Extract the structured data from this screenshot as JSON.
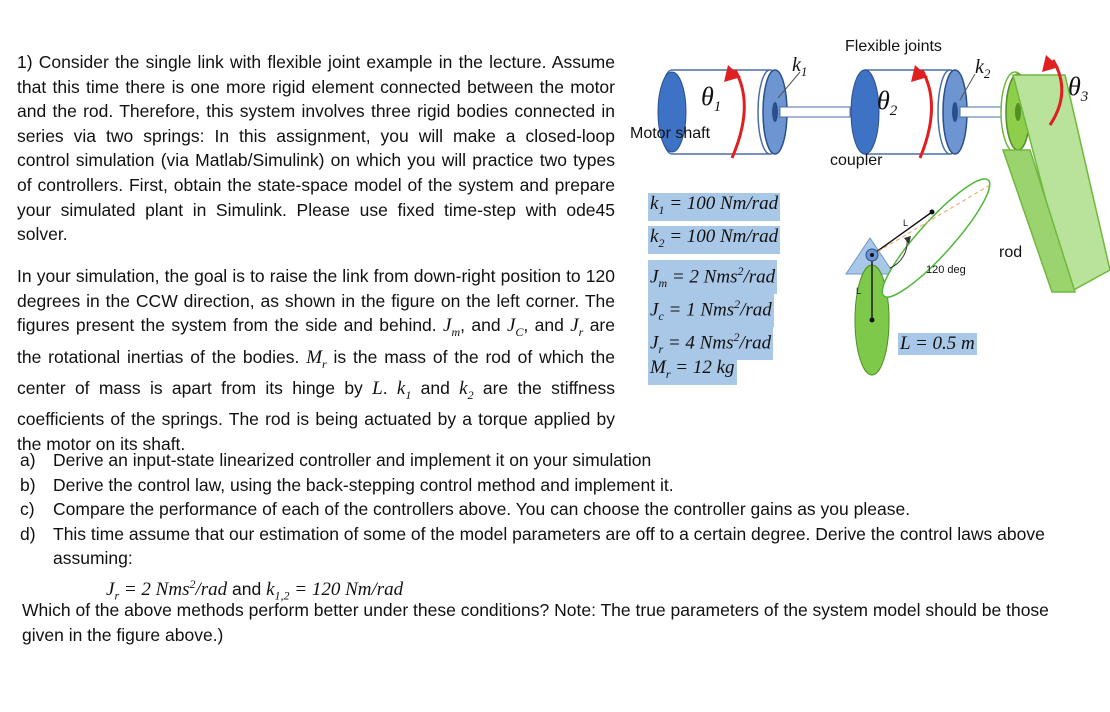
{
  "intro": {
    "number": "1)",
    "text_1": " Consider the single link with flexible joint example in the lecture. Assume that this time there is one more rigid element connected between the motor and the rod. Therefore, this system involves three rigid bodies connected in series via two springs: In this assignment, you will make a closed-loop control simulation (via Matlab/Simulink) on which you will practice two types of controllers. First, obtain the state-space model of the system and prepare your simulated plant in Simulink. Please use fixed time-step with ode45 solver."
  },
  "goal": {
    "text_1": "In your simulation, the goal is to raise the link from down-right position to 120 degrees in the CCW direction, as shown in the figure on the left corner. The figures present the system from the side and behind. ",
    "Jm": "J",
    "Jm_sub": "m",
    "Jc": "J",
    "Jc_sub": "C",
    "and": ", and ",
    "Jr": "J",
    "Jr_sub": "r",
    "text_2": " are the rotational inertias of the bodies. ",
    "Mr": "M",
    "Mr_sub": "r",
    "text_3": " is the mass of the rod of which the center of mass is apart from its hinge by ",
    "L": "L",
    "text_4": ". ",
    "k1": "k",
    "k1_sub": "1",
    "and2": " and ",
    "k2": "k",
    "k2_sub": "2",
    "text_5": " are the stiffness coefficients of the springs. The rod is being actuated by a torque  applied by the motor on its shaft."
  },
  "tasks": [
    {
      "label": "a)",
      "text": "Derive an input-state linearized controller and implement it on your simulation"
    },
    {
      "label": "b)",
      "text": "Derive the control law, using the back-stepping control method and implement it."
    },
    {
      "label": "c)",
      "text": "Compare the performance of each of the controllers above. You can choose the controller gains as you please."
    },
    {
      "label": "d)",
      "text": "This time assume that our estimation of some of the model parameters are off to a certain degree. Derive the control laws above assuming:"
    }
  ],
  "assume": {
    "jr": "J",
    "jr_sub": "r",
    "jr_val": " = 2 Nms",
    "sq": "2",
    "jr_unit": "/rad",
    "mid": " and ",
    "k": "k",
    "k_sub": "1,2",
    "k_val": " = 120 Nm/rad"
  },
  "closing": "Which of the above methods perform better under these conditions? Note: The true parameters of the system model should be those given in the figure above.)",
  "figure": {
    "flexible_joints": "Flexible joints",
    "motor_shaft": "Motor shaft",
    "coupler": "coupler",
    "rod": "rod",
    "angle": "120 deg",
    "L_small": "L",
    "L_small2": "L",
    "theta": "θ",
    "t1": "1",
    "t2": "2",
    "t3": "3",
    "k": "k",
    "k1s": "1",
    "k2s": "2",
    "params": [
      {
        "sym": "k",
        "sub": "1",
        "val": " = 100 Nm/rad",
        "sup": ""
      },
      {
        "sym": "k",
        "sub": "2",
        "val": " = 100 Nm/rad",
        "sup": ""
      },
      {
        "sym": "J",
        "sub": "m",
        "val": " = 2 Nms",
        "sup": "2"
      },
      {
        "sym": "J",
        "sub": "c",
        "val": " = 1 Nms",
        "sup": "2"
      },
      {
        "sym": "J",
        "sub": "r",
        "val": " = 4 Nms",
        "sup": "2"
      },
      {
        "sym": "M",
        "sub": "r",
        "val": " = 12 kg",
        "sup": ""
      }
    ],
    "param_unit": "/rad",
    "L_param": "L = 0.5 m"
  }
}
